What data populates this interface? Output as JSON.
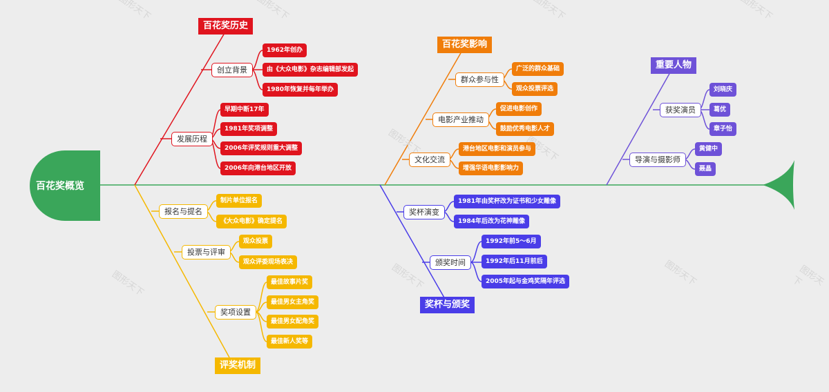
{
  "title": "百花奖概览",
  "watermark": "图形天下",
  "colors": {
    "spine": "#3aa65a",
    "red": "#e0141e",
    "orange": "#f07d0a",
    "purple": "#6e52d8",
    "yellow": "#f5b800",
    "blue": "#4a3de8"
  },
  "branches": {
    "history": {
      "title": "百花奖历史",
      "groups": [
        {
          "label": "创立背景",
          "items": [
            "1962年创办",
            "由《大众电影》杂志编辑部发起",
            "1980年恢复并每年举办"
          ]
        },
        {
          "label": "发展历程",
          "items": [
            "早期中断17年",
            "1981年奖项调整",
            "2006年评奖规则重大调整",
            "2006年向港台地区开放"
          ]
        }
      ]
    },
    "influence": {
      "title": "百花奖影响",
      "groups": [
        {
          "label": "群众参与性",
          "items": [
            "广泛的群众基础",
            "观众投票评选"
          ]
        },
        {
          "label": "电影产业推动",
          "items": [
            "促进电影创作",
            "鼓励优秀电影人才"
          ]
        },
        {
          "label": "文化交流",
          "items": [
            "港台地区电影和演员参与",
            "增强华语电影影响力"
          ]
        }
      ]
    },
    "people": {
      "title": "重要人物",
      "groups": [
        {
          "label": "获奖演员",
          "items": [
            "刘晓庆",
            "葛优",
            "章子怡"
          ]
        },
        {
          "label": "导演与摄影师",
          "items": [
            "黄健中",
            "聂晶"
          ]
        }
      ]
    },
    "mechanism": {
      "title": "评奖机制",
      "groups": [
        {
          "label": "报名与提名",
          "items": [
            "制片单位报名",
            "《大众电影》确定提名"
          ]
        },
        {
          "label": "投票与评审",
          "items": [
            "观众投票",
            "观众评委现场表决"
          ]
        },
        {
          "label": "奖项设置",
          "items": [
            "最佳故事片奖",
            "最佳男女主角奖",
            "最佳男女配角奖",
            "最佳新人奖等"
          ]
        }
      ]
    },
    "trophy": {
      "title": "奖杯与颁奖",
      "groups": [
        {
          "label": "奖杯演变",
          "items": [
            "1981年由奖杯改为证书和少女雕像",
            "1984年后改为花神雕像"
          ]
        },
        {
          "label": "颁奖时间",
          "items": [
            "1992年前5～6月",
            "1992年后11月前后",
            "2005年起与金鸡奖隔年评选"
          ]
        }
      ]
    }
  }
}
